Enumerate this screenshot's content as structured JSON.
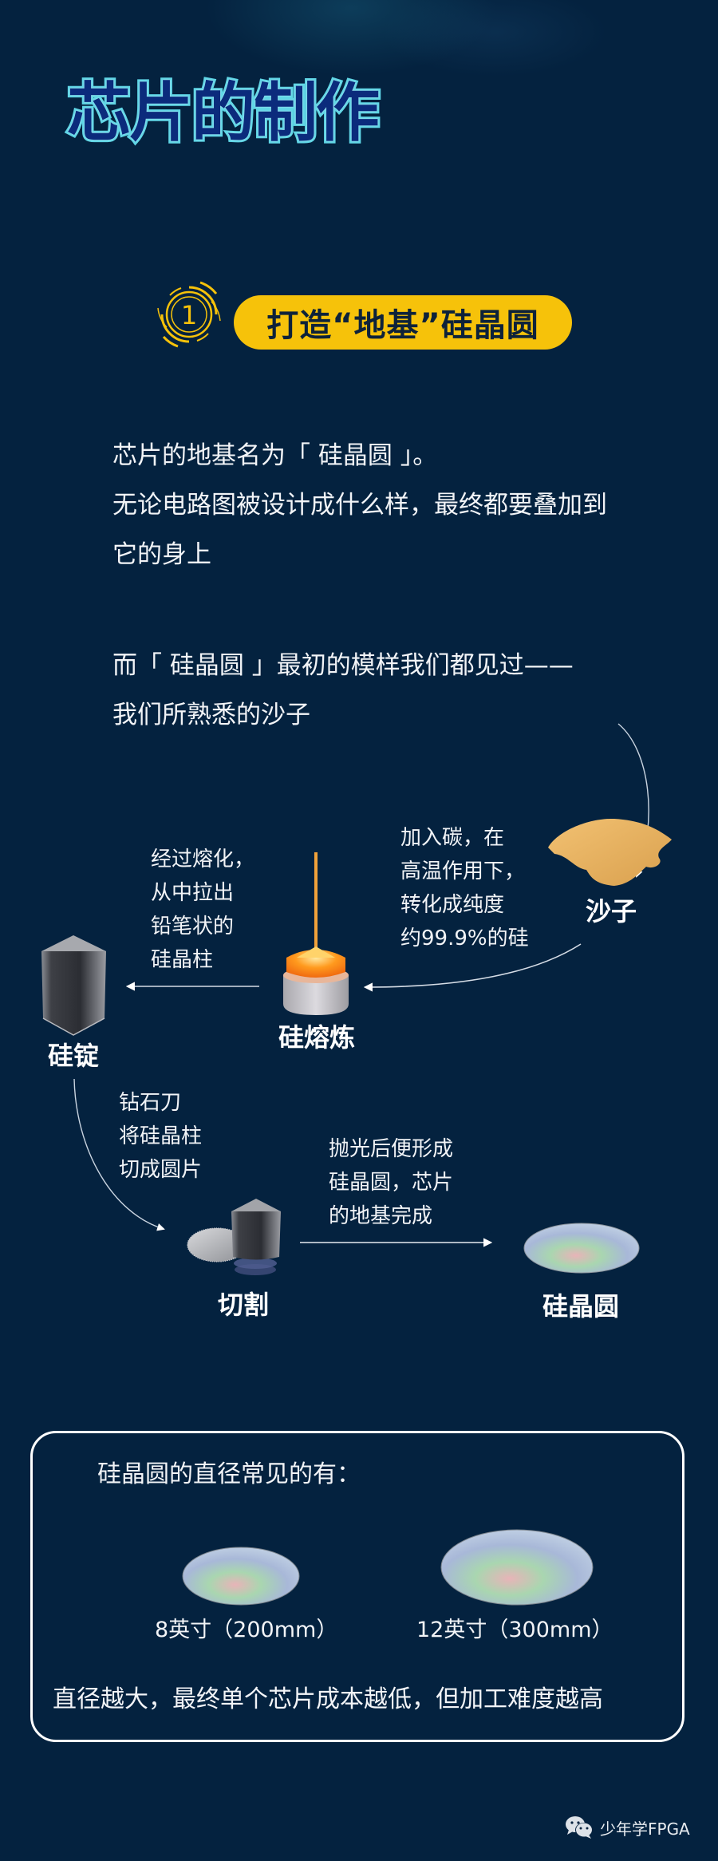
{
  "page": {
    "title": "芯片的制作",
    "background_color": "#04223f",
    "accent_color": "#f6c20a"
  },
  "section": {
    "number": "1",
    "heading": "打造“地基”硅晶圆"
  },
  "intro": {
    "lines": [
      "芯片的地基名为「 硅晶圆 」。",
      "无论电路图被设计成什么样，最终都要叠加到",
      "它的身上"
    ]
  },
  "origin": {
    "lines": [
      "而「 硅晶圆 」最初的模样我们都见过——",
      "我们所熟悉的沙子"
    ]
  },
  "process": {
    "steps": [
      {
        "id": "sand",
        "label": "沙子",
        "icon": "sand-pile-icon"
      },
      {
        "id": "smelting",
        "label": "硅熔炼",
        "icon": "crucible-icon"
      },
      {
        "id": "ingot",
        "label": "硅锭",
        "icon": "silicon-ingot-icon"
      },
      {
        "id": "cutting",
        "label": "切割",
        "icon": "diamond-saw-icon"
      },
      {
        "id": "wafer",
        "label": "硅晶圆",
        "icon": "wafer-icon"
      }
    ],
    "notes": {
      "sand_to_smelting": [
        "加入碳，在",
        "高温作用下，",
        "转化成纯度",
        "约99.9%的硅"
      ],
      "smelting_to_ingot": [
        "经过熔化，",
        "从中拉出",
        "铅笔状的",
        "硅晶柱"
      ],
      "ingot_to_cutting": [
        "钻石刀",
        "将硅晶柱",
        "切成圆片"
      ],
      "cutting_to_wafer": [
        "抛光后便形成",
        "硅晶圆，芯片",
        "的地基完成"
      ]
    }
  },
  "sizes": {
    "title": "硅晶圆的直径常见的有：",
    "items": [
      {
        "label": "8英寸（200mm）",
        "icon": "wafer-8inch-icon"
      },
      {
        "label": "12英寸（300mm）",
        "icon": "wafer-12inch-icon"
      }
    ],
    "footer": "直径越大，最终单个芯片成本越低，但加工难度越高"
  },
  "brand": {
    "icon": "wechat-icon",
    "name": "少年学FPGA"
  }
}
